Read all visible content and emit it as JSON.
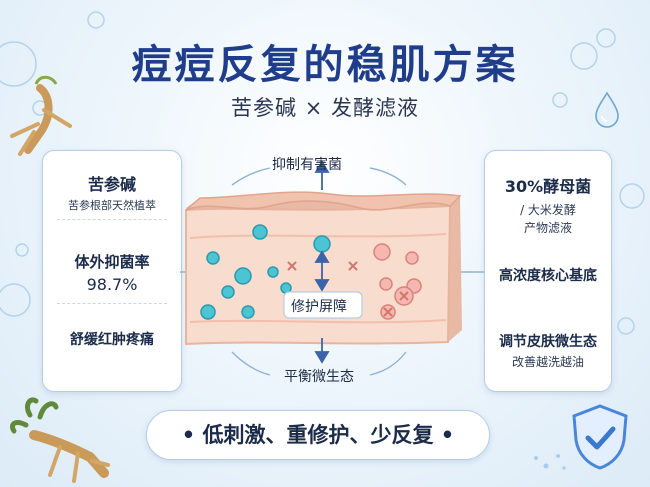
{
  "header": {
    "title": "痘痘反复的稳肌方案",
    "subtitle": "苦参碱 × 发酵滤液"
  },
  "left_panel": {
    "item1_title": "苦参碱",
    "item1_desc": "苦参根部天然植萃",
    "item2_title": "体外抑菌率",
    "item2_value": "98.7%",
    "item3_title": "舒缓红肿疼痛"
  },
  "right_panel": {
    "item1_title": "30%酵母菌",
    "item1_desc_line1": "/ 大米发酵",
    "item1_desc_line2": "产物滤液",
    "item2_title": "高浓度核心基底",
    "item3_title": "调节皮肤微生态",
    "item3_desc": "改善越洗越油"
  },
  "diagram": {
    "top_label": "抑制有害菌",
    "center_label": "修护屏障",
    "bottom_label": "平衡微生态"
  },
  "footer": {
    "banner_text": "• 低刺激、重修护、少反复 •"
  },
  "colors": {
    "title": "#1f3d8a",
    "teal_bubble": "#3bb8c8",
    "pink_bubble": "#f2a9a3",
    "skin": "#f6d4c2",
    "shield": "#4a86d9"
  }
}
